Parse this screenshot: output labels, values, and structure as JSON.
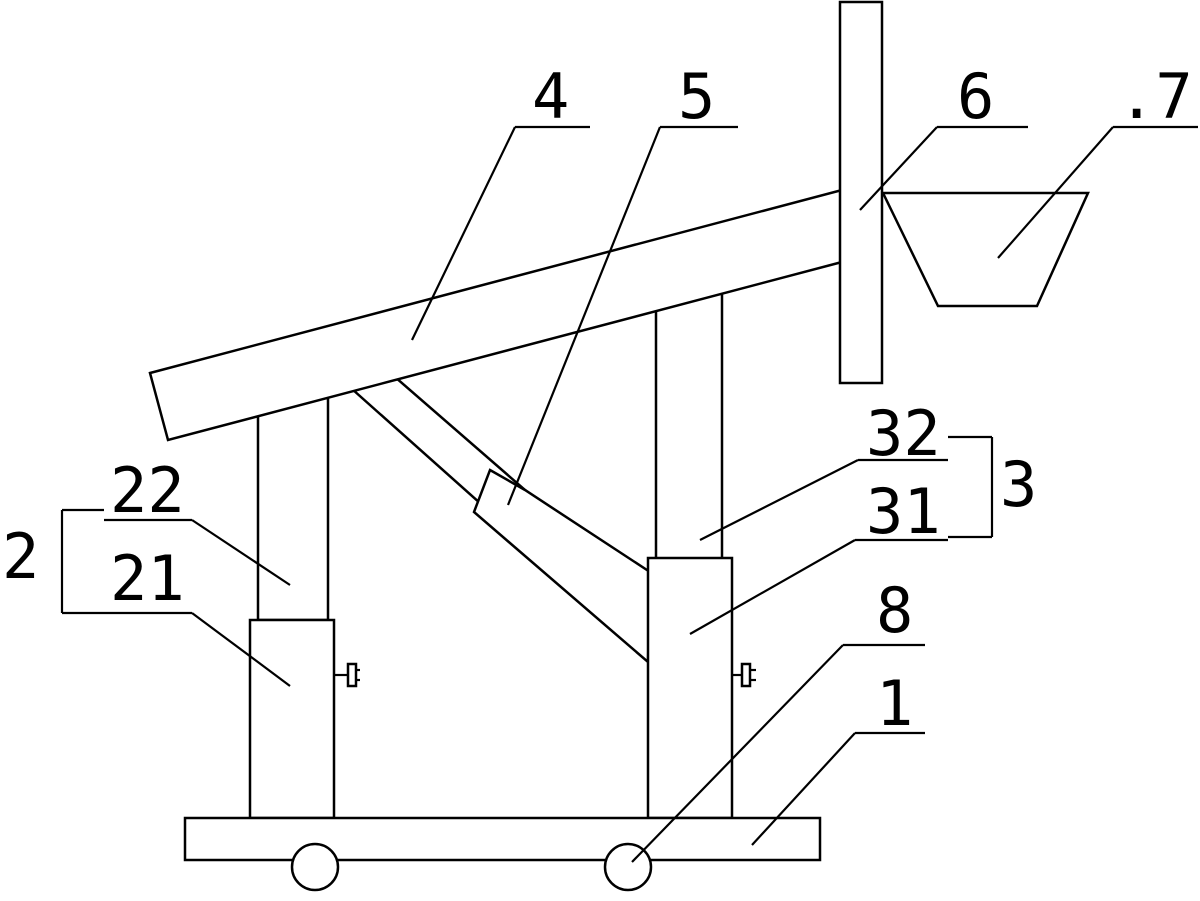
{
  "figure": {
    "background": "#ffffff",
    "stroke_color": "#000000"
  },
  "labels": {
    "l1": "1",
    "l2": "2",
    "l21": "21",
    "l22": "22",
    "l3": "3",
    "l31": "31",
    "l32": "32",
    "l4": "4",
    "l5": "5",
    "l6": "6",
    "l7": ".7",
    "l8": "8"
  }
}
